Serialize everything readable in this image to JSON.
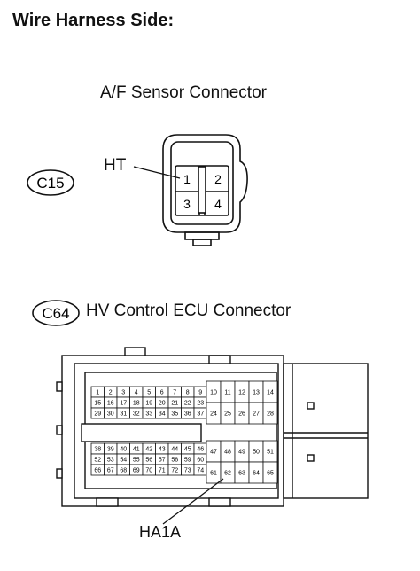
{
  "heading": "Wire Harness Side:",
  "af_connector": {
    "title": "A/F Sensor Connector",
    "code": "C15",
    "pin_label": "HT",
    "pins": [
      "1",
      "2",
      "3",
      "4"
    ]
  },
  "ecu_connector": {
    "title": "HV Control ECU Connector",
    "code": "C64",
    "pin_label": "HA1A",
    "grid_left": [
      [
        "1",
        "2",
        "3",
        "4",
        "5",
        "6",
        "7",
        "8",
        "9"
      ],
      [
        "15",
        "16",
        "17",
        "18",
        "19",
        "20",
        "21",
        "22",
        "23"
      ],
      [
        "29",
        "30",
        "31",
        "32",
        "33",
        "34",
        "35",
        "36",
        "37"
      ],
      [
        "38",
        "39",
        "40",
        "41",
        "42",
        "43",
        "44",
        "45",
        "46"
      ],
      [
        "52",
        "53",
        "54",
        "55",
        "56",
        "57",
        "58",
        "59",
        "60"
      ],
      [
        "66",
        "67",
        "68",
        "69",
        "70",
        "71",
        "72",
        "73",
        "74"
      ]
    ],
    "grid_right": [
      [
        "10",
        "11",
        "12",
        "13",
        "14"
      ],
      [
        "24",
        "25",
        "26",
        "27",
        "28"
      ],
      [
        "47",
        "48",
        "49",
        "50",
        "51"
      ],
      [
        "61",
        "62",
        "63",
        "64",
        "65"
      ]
    ]
  }
}
